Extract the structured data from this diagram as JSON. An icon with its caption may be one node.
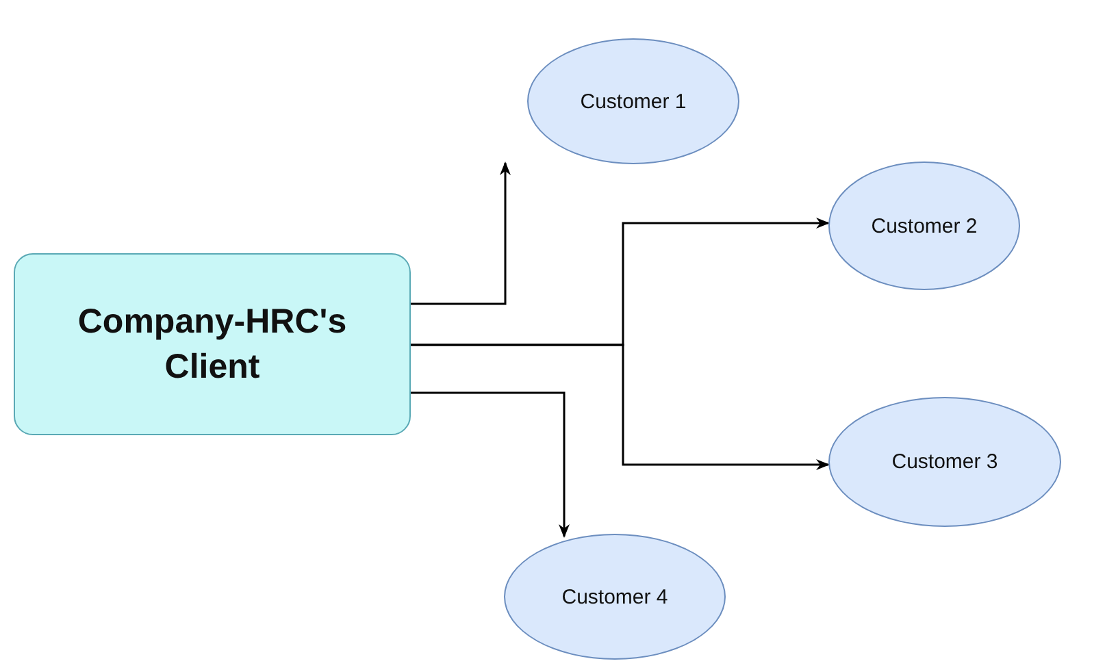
{
  "diagram": {
    "nodes": [
      {
        "text": [
          "Company-HRC's Client"
        ]
      },
      {
        "text": [
          "Customer 1"
        ]
      },
      {
        "text": [
          "Customer 2"
        ]
      },
      {
        "text": [
          "Customer 3"
        ]
      },
      {
        "text": [
          "Customer 4"
        ]
      }
    ],
    "edges": [
      {
        "from": 0,
        "to": 1,
        "arrow": "to"
      },
      {
        "from": 0,
        "to": 2,
        "arrow": "to"
      },
      {
        "from": 0,
        "to": 3,
        "arrow": "to"
      },
      {
        "from": 0,
        "to": 4,
        "arrow": "to"
      }
    ]
  }
}
